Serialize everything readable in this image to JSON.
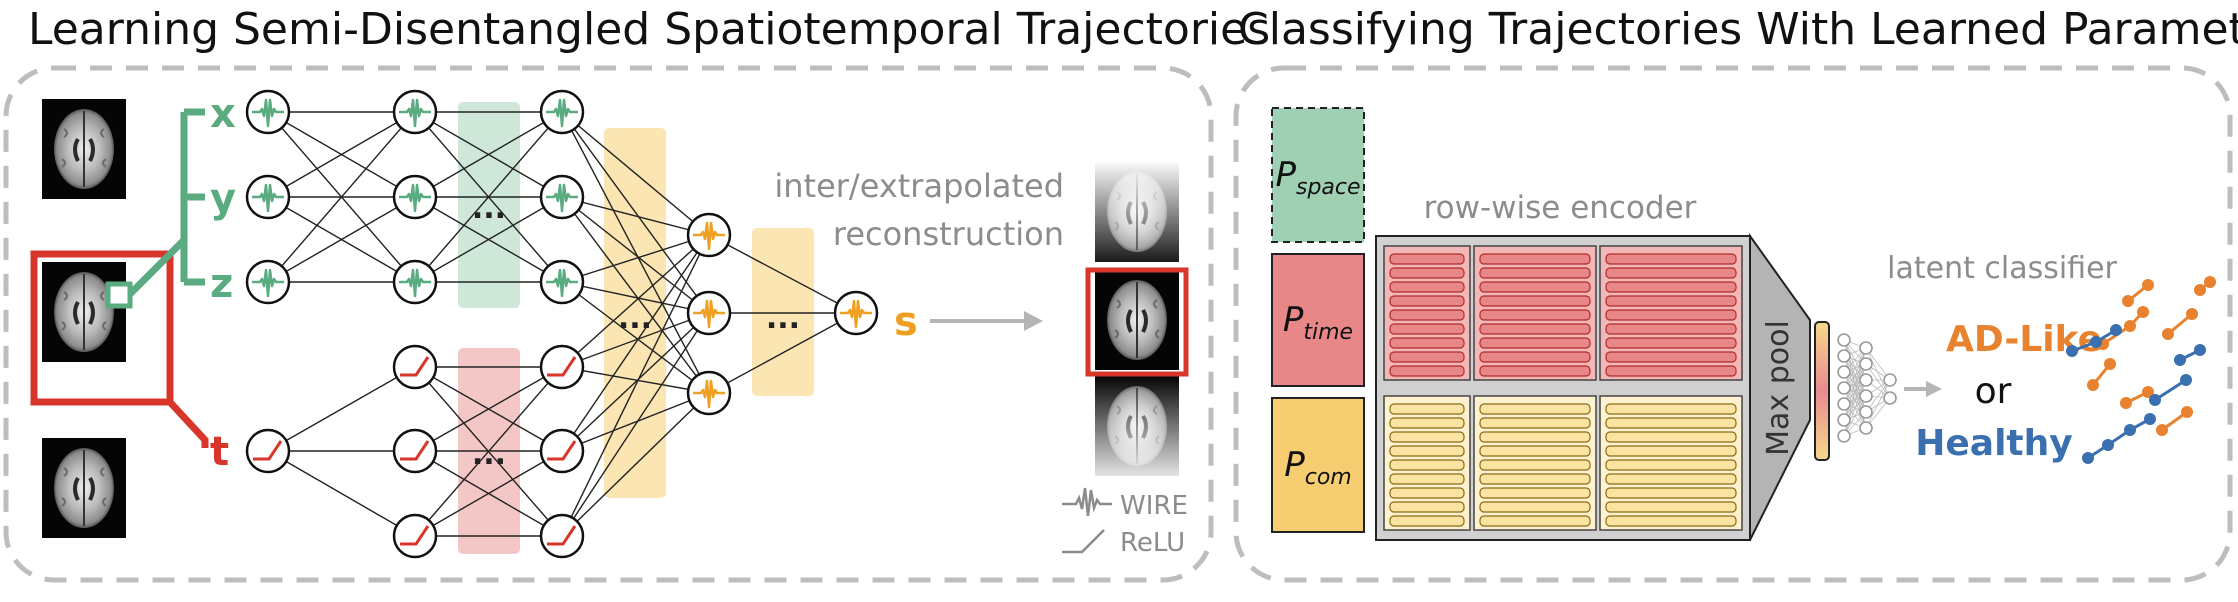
{
  "left_panel": {
    "title": "Learning Semi-Disentangled Spatiotemporal Trajectories",
    "coord_labels": {
      "x": "x",
      "y": "y",
      "z": "z",
      "t": "t"
    },
    "output_label": "s",
    "ellipsis": "...",
    "reconstruction_label": [
      "inter/extrapolated",
      "reconstruction"
    ],
    "legend": {
      "wire": "WIRE",
      "relu": "ReLU"
    }
  },
  "right_panel": {
    "title": "Classifying Trajectories With Learned Parameters",
    "params": [
      {
        "symbol": "P",
        "subscript": "space"
      },
      {
        "symbol": "P",
        "subscript": "time"
      },
      {
        "symbol": "P",
        "subscript": "com"
      }
    ],
    "encoder_label": "row-wise encoder",
    "pool_label": "Max pool",
    "classifier_label": "latent classifier",
    "class_a": "AD-Like",
    "or_label": "or",
    "class_b": "Healthy"
  },
  "colors": {
    "green": "#5aab80",
    "red": "#d9362b",
    "orange": "#f0a020",
    "class_orange": "#e8822e",
    "class_blue": "#3a6fb0",
    "gray_text": "#8c8c8c",
    "dash": "#bdbdbd"
  }
}
